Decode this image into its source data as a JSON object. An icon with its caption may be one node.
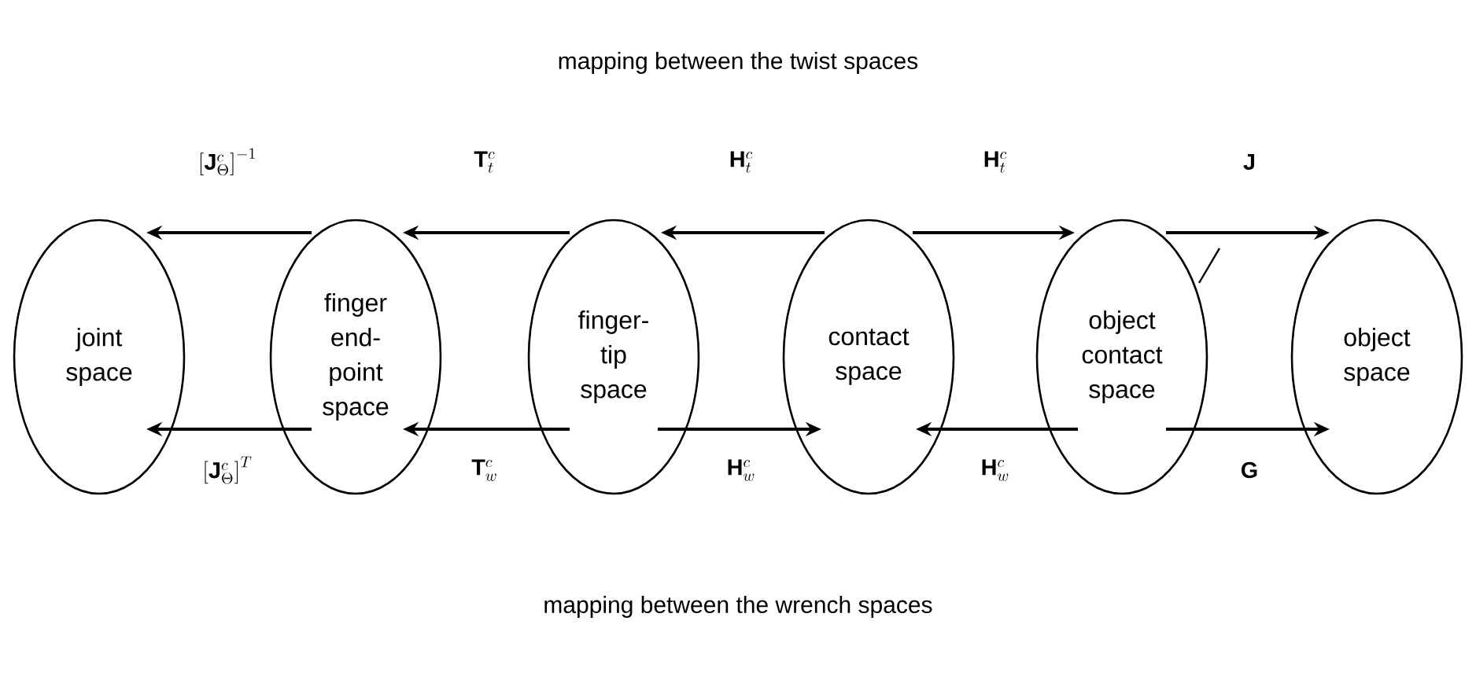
{
  "diagram": {
    "title": "mapping between the twist spaces",
    "caption": "mapping between the wrench spaces",
    "nodes": [
      {
        "text": [
          "joint space"
        ]
      },
      {
        "text": [
          "finger end-point space"
        ]
      },
      {
        "text": [
          "finger-tip space"
        ]
      },
      {
        "text": [
          "contact space"
        ]
      },
      {
        "text": [
          "object contact space"
        ]
      },
      {
        "text": [
          "object space"
        ]
      }
    ],
    "edges": [
      {
        "from": 1,
        "to": 0,
        "arrow": "to",
        "label": "\\left[\\mathbf{J}^{c}_{\\Theta}\\right]^{-1}"
      },
      {
        "from": 2,
        "to": 1,
        "arrow": "to",
        "label": "\\mathbf{T}^{c}_{t}"
      },
      {
        "from": 3,
        "to": 2,
        "arrow": "to",
        "label": "\\mathbf{H}^{c}_{t}"
      },
      {
        "from": 3,
        "to": 4,
        "arrow": "to",
        "label": "\\mathbf{H}^{c}_{t}"
      },
      {
        "from": 4,
        "to": 5,
        "arrow": "to",
        "label": "\\mathbf{J}"
      },
      {
        "from": 1,
        "to": 0,
        "arrow": "to",
        "label": "\\left[\\mathbf{J}^{c}_{\\Theta}\\right]^{T}"
      },
      {
        "from": 2,
        "to": 1,
        "arrow": "to",
        "label": "\\mathbf{T}^{c}_{w}"
      },
      {
        "from": 2,
        "to": 3,
        "arrow": "to",
        "label": "\\mathbf{H}^{c}_{w}"
      },
      {
        "from": 4,
        "to": 3,
        "arrow": "to",
        "label": "\\mathbf{H}^{c}_{w}"
      },
      {
        "from": 4,
        "to": 5,
        "arrow": "to",
        "label": "\\mathbf{G}"
      }
    ]
  }
}
